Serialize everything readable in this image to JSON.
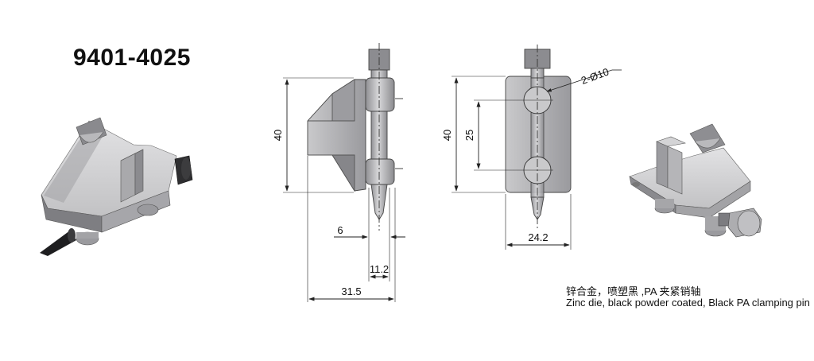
{
  "part_number": "9401-4025",
  "caption": {
    "chinese": "锌合金，喷塑黑 ,PA 夹紧销轴",
    "english": "Zinc die, black powder coated, Black PA clamping pin"
  },
  "side_view": {
    "height_dim": "40",
    "pin_offset_dim": "6",
    "pin_width_dim": "11.2",
    "overall_depth_dim": "31.5"
  },
  "front_view": {
    "height_dim": "40",
    "hole_spacing_dim": "25",
    "width_dim": "24.2",
    "hole_callout": "2-Ø10"
  },
  "colors": {
    "body": "#b4b4b6",
    "body_dark": "#8e8e92",
    "pin": "#a9a9ad",
    "line": "#222222"
  }
}
